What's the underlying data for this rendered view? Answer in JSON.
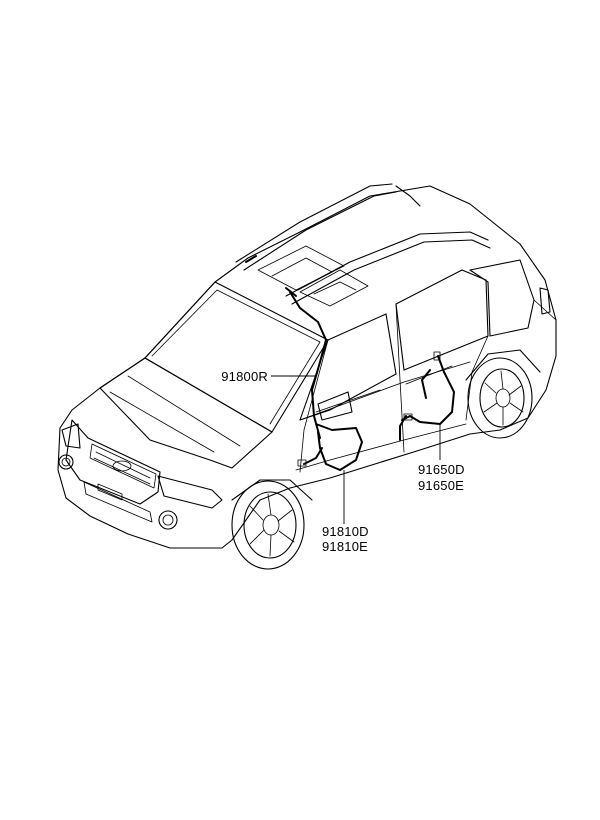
{
  "diagram": {
    "colors": {
      "line": "#000000",
      "background": "#ffffff"
    },
    "callouts": [
      {
        "id": "roof",
        "lines": [
          "91800R"
        ]
      },
      {
        "id": "front-door",
        "lines": [
          "91810D",
          "91810E"
        ]
      },
      {
        "id": "rear-door",
        "lines": [
          "91650D",
          "91650E"
        ]
      }
    ]
  }
}
